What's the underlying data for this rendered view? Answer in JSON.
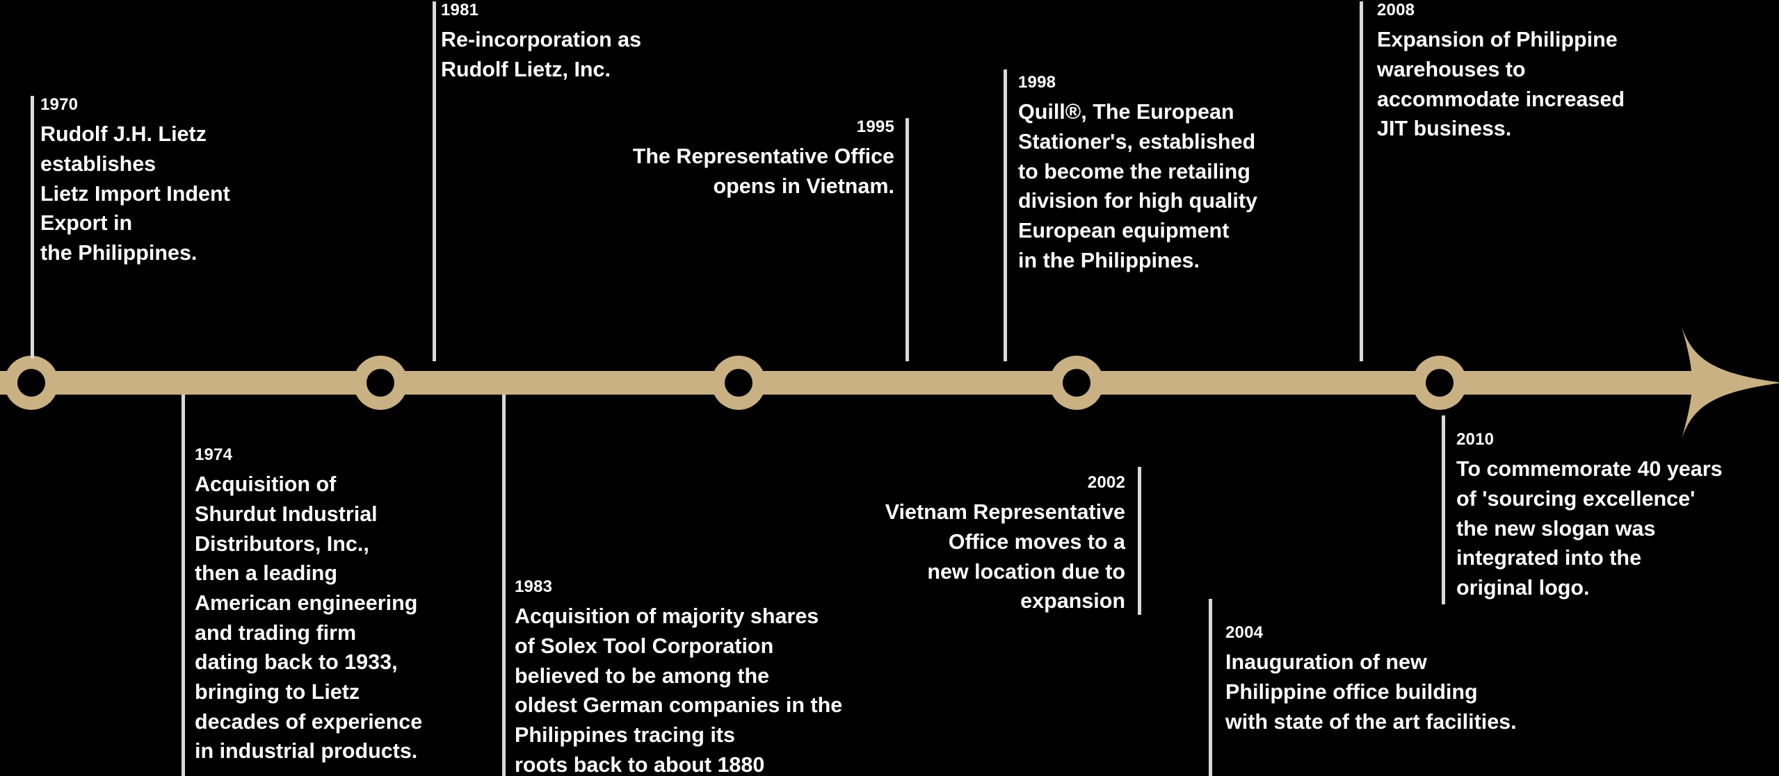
{
  "graphic": {
    "kind": "company-history-timeline",
    "accent_color": "#c9b184",
    "background_color": "#000000",
    "text_color": "#ffffff",
    "stem_color": "#d9d9d5"
  },
  "axis": {
    "direction": "left-to-right",
    "arrow_label": "arrow-head"
  },
  "events": [
    {
      "id": "e1970",
      "year": "1970",
      "text": "Rudolf J.H. Lietz establishes\nLietz Import Indent Export in\nthe Philippines.",
      "side": "above",
      "align": "left"
    },
    {
      "id": "e1974",
      "year": "1974",
      "text": "Acquisition of\nShurdut Industrial\nDistributors, Inc.,\nthen a leading\nAmerican engineering\nand trading firm\ndating back to  1933,\nbringing to Lietz\ndecades of experience\nin industrial products.",
      "side": "below",
      "align": "left"
    },
    {
      "id": "e1981",
      "year": "1981",
      "text": "Re-incorporation as\nRudolf Lietz, Inc.",
      "side": "above",
      "align": "left"
    },
    {
      "id": "e1983",
      "year": "1983",
      "text": "Acquisition of majority shares\nof Solex Tool Corporation\nbelieved to be among the\noldest German companies in the\nPhilippines tracing its\nroots back to about 1880",
      "side": "below",
      "align": "left"
    },
    {
      "id": "e1995",
      "year": "1995",
      "text": "The Representative Office\nopens in Vietnam.",
      "side": "above",
      "align": "right"
    },
    {
      "id": "e1998",
      "year": "1998",
      "text": "Quill®, The European\nStationer's, established\nto become the retailing\ndivision for high quality\nEuropean equipment\nin the Philippines.",
      "side": "above",
      "align": "left"
    },
    {
      "id": "e2002",
      "year": "2002",
      "text": "Vietnam Representative\nOffice moves to a\nnew location due to\nexpansion",
      "side": "below",
      "align": "right"
    },
    {
      "id": "e2004",
      "year": "2004",
      "text": "Inauguration of new\nPhilippine office building\nwith state of the art facilities.",
      "side": "below",
      "align": "left"
    },
    {
      "id": "e2008",
      "year": "2008",
      "text": "Expansion of Philippine\nwarehouses to\naccommodate increased\nJIT business.",
      "side": "above",
      "align": "left"
    },
    {
      "id": "e2010",
      "year": "2010",
      "text": "To commemorate 40 years\nof 'sourcing excellence'\nthe new slogan was\nintegrated into the\noriginal logo.",
      "side": "below",
      "align": "left"
    }
  ]
}
